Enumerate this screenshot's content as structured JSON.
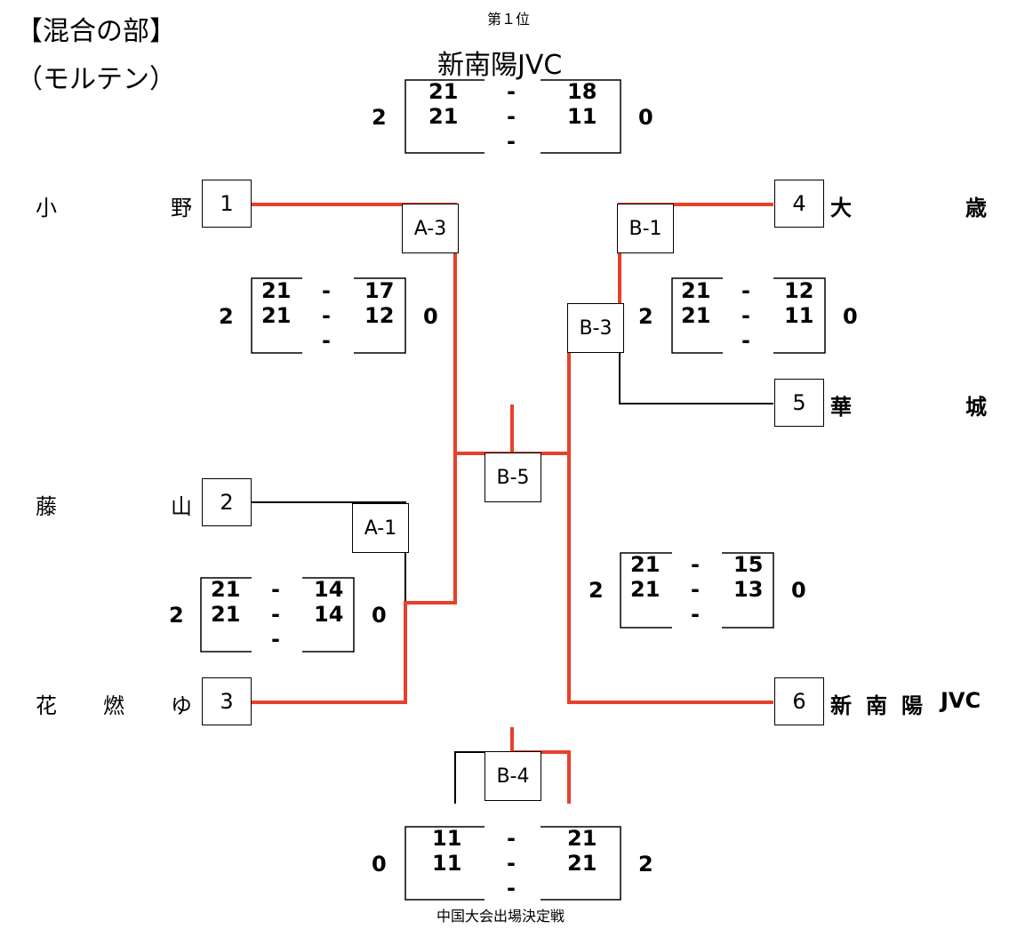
{
  "title": "【混合の部】",
  "subtitle": "（モルテン）",
  "first_place_label": "第１位",
  "champion": "新南陽JVC",
  "footer_label": "中国大会出場決定戦",
  "teams": [
    {
      "seed": "1",
      "name_left": "小",
      "name_right": "野"
    },
    {
      "seed": "2",
      "name_left": "藤",
      "name_right": "山"
    },
    {
      "seed": "3",
      "name_left": "花",
      "name_mid": "燃",
      "name_right": "ゆ"
    },
    {
      "seed": "4",
      "name_left": "大",
      "name_right": "歳"
    },
    {
      "seed": "5",
      "name_left": "華",
      "name_right": "城"
    },
    {
      "seed": "6",
      "name_a": "新",
      "name_b": "南",
      "name_c": "陽",
      "name_d": "JVC"
    }
  ],
  "match_labels": {
    "a3": "A-3",
    "a1": "A-1",
    "b1": "B-1",
    "b3": "B-3",
    "b5": "B-5",
    "b4": "B-4"
  },
  "scores": {
    "final": {
      "left_total": "2",
      "right_total": "0",
      "s1l": "21",
      "s1r": "18",
      "s2l": "21",
      "s2r": "11",
      "dash": "-"
    },
    "a3": {
      "left_total": "2",
      "right_total": "0",
      "s1l": "21",
      "s1r": "17",
      "s2l": "21",
      "s2r": "12",
      "dash": "-"
    },
    "a1": {
      "left_total": "2",
      "right_total": "0",
      "s1l": "21",
      "s1r": "14",
      "s2l": "21",
      "s2r": "14",
      "dash": "-"
    },
    "b3": {
      "left_total": "2",
      "right_total": "0",
      "s1l": "21",
      "s1r": "12",
      "s2l": "21",
      "s2r": "11",
      "dash": "-"
    },
    "b1": {
      "left_total": "2",
      "right_total": "0",
      "s1l": "21",
      "s1r": "15",
      "s2l": "21",
      "s2r": "13",
      "dash": "-"
    },
    "b4": {
      "left_total": "0",
      "right_total": "2",
      "s1l": "11",
      "s1r": "21",
      "s2l": "11",
      "s2r": "21",
      "dash": "-"
    }
  },
  "colors": {
    "win_line": "#e8402a",
    "line": "#000000"
  }
}
